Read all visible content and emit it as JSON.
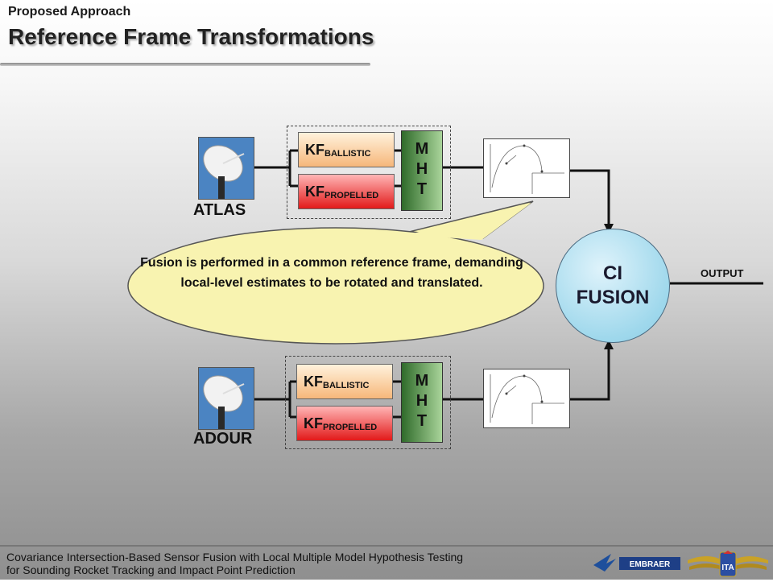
{
  "header": {
    "subtitle": "Proposed Approach",
    "title": "Reference Frame Transformations"
  },
  "stations": [
    {
      "name": "ATLAS",
      "kf_ballistic": {
        "prefix": "KF",
        "sub": "BALLISTIC"
      },
      "kf_propelled": {
        "prefix": "KF",
        "sub": "PROPELLED"
      },
      "mht_letters": [
        "M",
        "H",
        "T"
      ]
    },
    {
      "name": "ADOUR",
      "kf_ballistic": {
        "prefix": "KF",
        "sub": "BALLISTIC"
      },
      "kf_propelled": {
        "prefix": "KF",
        "sub": "PROPELLED"
      },
      "mht_letters": [
        "M",
        "H",
        "T"
      ]
    }
  ],
  "fusion": {
    "line1": "CI",
    "line2": "FUSION",
    "output_label": "OUTPUT"
  },
  "callout": {
    "text": "Fusion is performed in a common reference frame, demanding local-level estimates to be rotated and translated."
  },
  "footer": {
    "line1": "Covariance Intersection-Based Sensor Fusion with Local Multiple Model Hypothesis Testing",
    "line2": "for Sounding Rocket Tracking and Impact Point Prediction",
    "logo_embraer": "EMBRAER",
    "logo_ita": "ITA"
  },
  "colors": {
    "kf_ballistic": "#f6b77a",
    "kf_propelled": "#e21a1a",
    "mht": "#2f6b2a",
    "fusion": "#9fd8ec",
    "callout": "#f8f3b0"
  }
}
